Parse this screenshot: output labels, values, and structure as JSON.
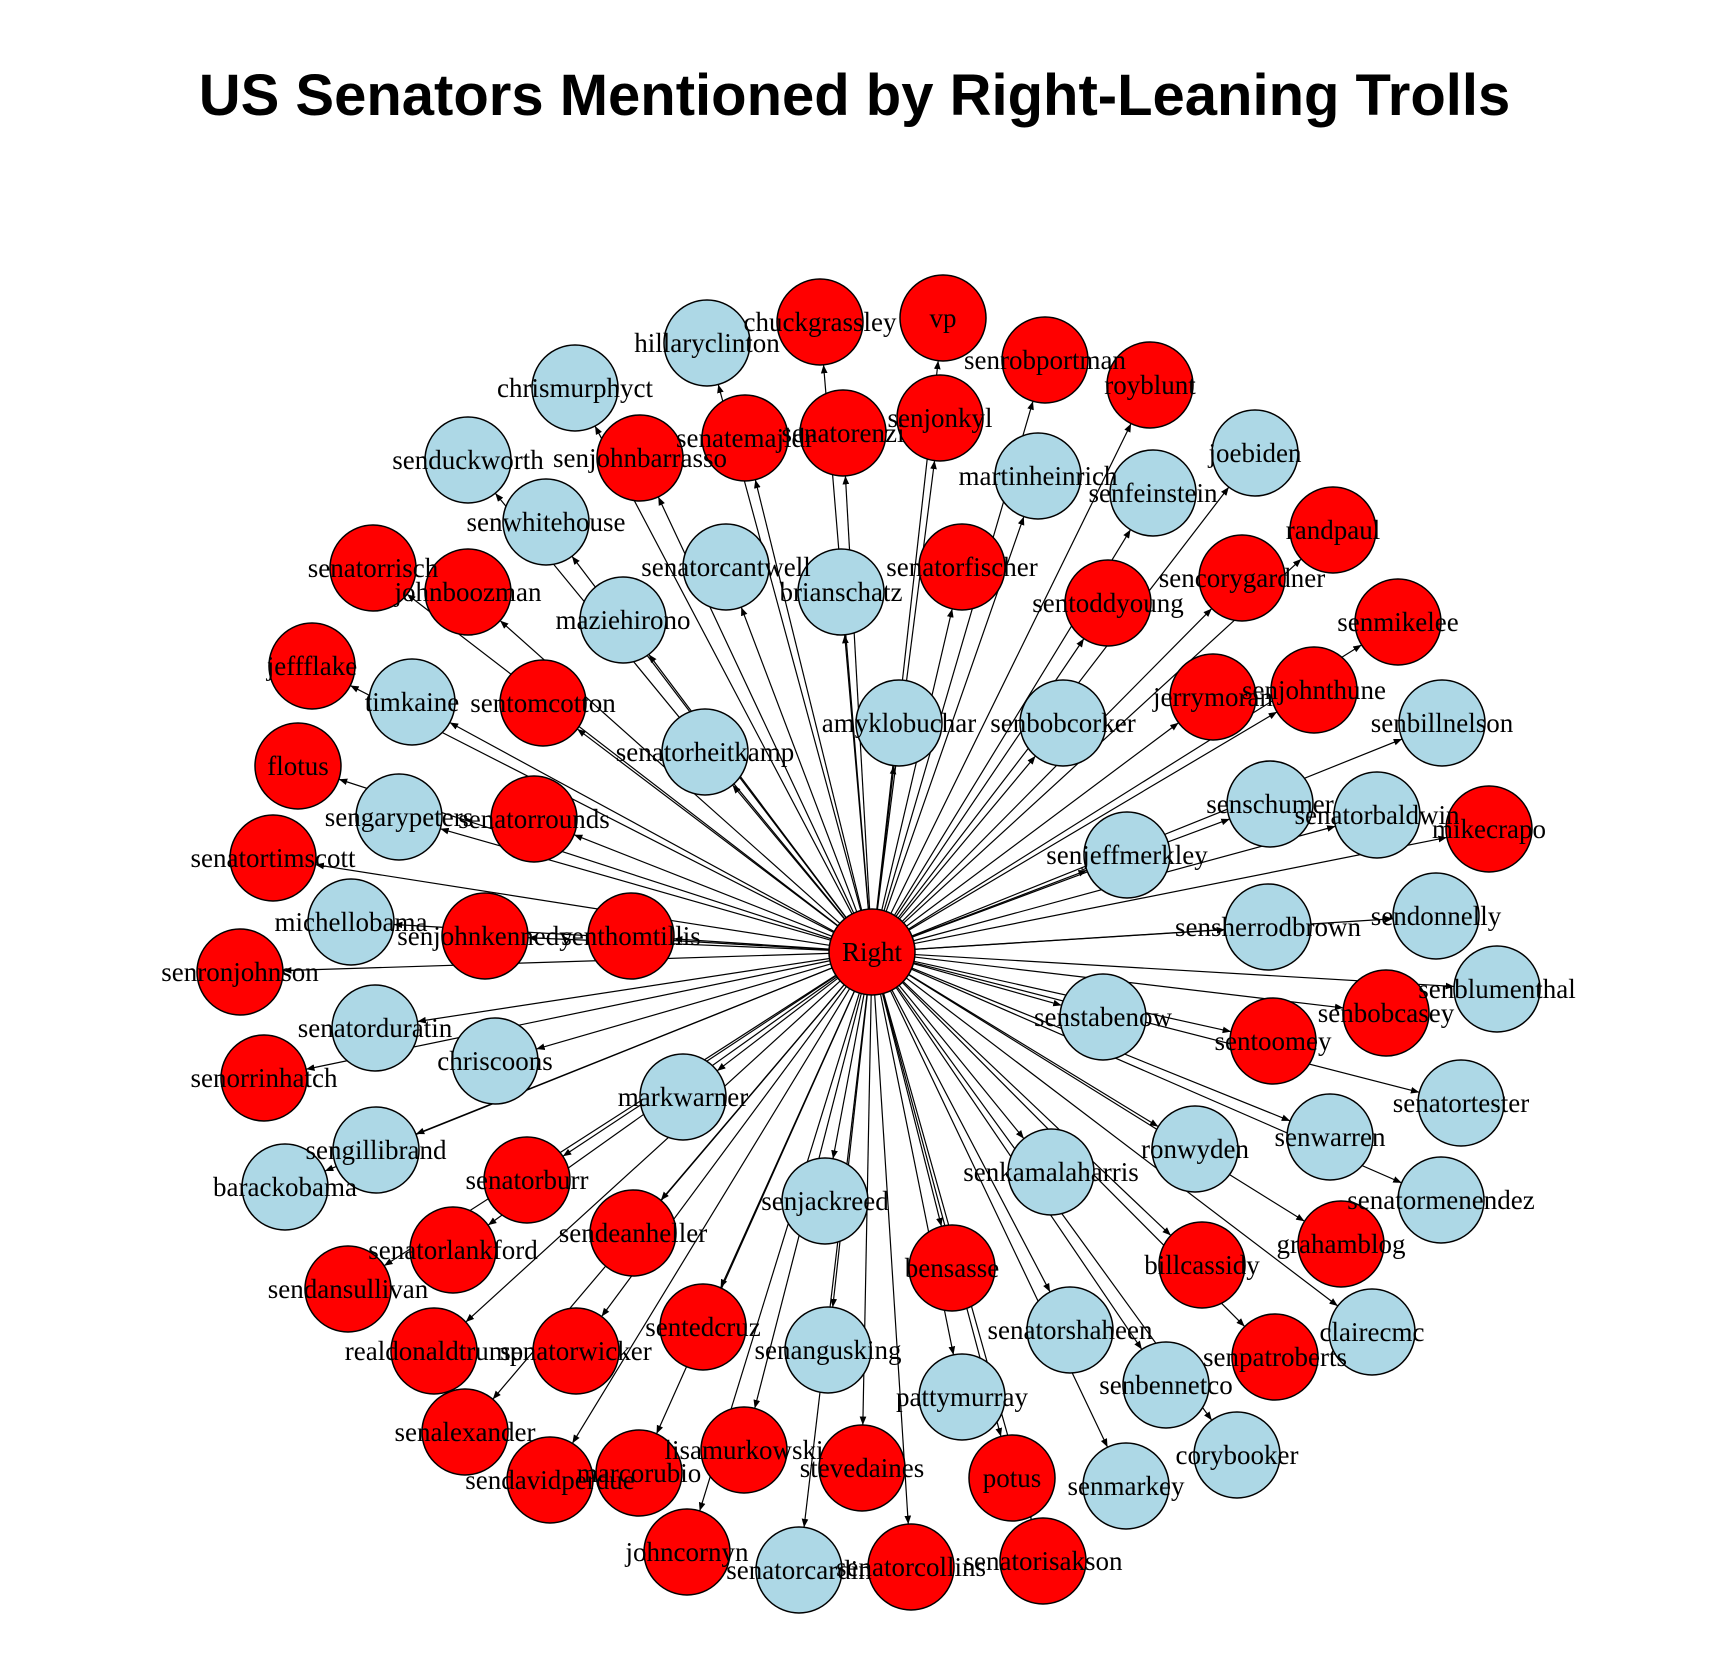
{
  "title": "US Senators Mentioned by Right-Leaning Trolls",
  "colors": {
    "red": "#ff0000",
    "blue": "#add8e6",
    "stroke": "#000000",
    "edge": "#000000"
  },
  "hub": {
    "label": "Right",
    "color": "red"
  },
  "nodes": [
    {
      "label": "hillaryclinton",
      "color": "blue"
    },
    {
      "label": "chuckgrassley",
      "color": "red"
    },
    {
      "label": "vp",
      "color": "red"
    },
    {
      "label": "senrobportman",
      "color": "red"
    },
    {
      "label": "royblunt",
      "color": "red"
    },
    {
      "label": "chrismurphyct",
      "color": "blue"
    },
    {
      "label": "senjonkyl",
      "color": "red"
    },
    {
      "label": "senatorenzi",
      "color": "red"
    },
    {
      "label": "senatemajldr",
      "color": "red"
    },
    {
      "label": "senjohnbarrasso",
      "color": "red"
    },
    {
      "label": "senduckworth",
      "color": "blue"
    },
    {
      "label": "martinheinrich",
      "color": "blue"
    },
    {
      "label": "joebiden",
      "color": "blue"
    },
    {
      "label": "senfeinstein",
      "color": "blue"
    },
    {
      "label": "senwhitehouse",
      "color": "blue"
    },
    {
      "label": "randpaul",
      "color": "red"
    },
    {
      "label": "senatorrisch",
      "color": "red"
    },
    {
      "label": "senatorcantwell",
      "color": "blue"
    },
    {
      "label": "senatorfischer",
      "color": "red"
    },
    {
      "label": "brianschatz",
      "color": "blue"
    },
    {
      "label": "johnboozman",
      "color": "red"
    },
    {
      "label": "sencorygardner",
      "color": "red"
    },
    {
      "label": "sentoddyoung",
      "color": "red"
    },
    {
      "label": "maziehirono",
      "color": "blue"
    },
    {
      "label": "senmikelee",
      "color": "red"
    },
    {
      "label": "jeffflake",
      "color": "red"
    },
    {
      "label": "timkaine",
      "color": "blue"
    },
    {
      "label": "sentomcotton",
      "color": "red"
    },
    {
      "label": "jerrymoran",
      "color": "red"
    },
    {
      "label": "senjohnthune",
      "color": "red"
    },
    {
      "label": "senbillnelson",
      "color": "blue"
    },
    {
      "label": "amyklobuchar",
      "color": "blue"
    },
    {
      "label": "senbobcorker",
      "color": "blue"
    },
    {
      "label": "senatorheitkamp",
      "color": "blue"
    },
    {
      "label": "flotus",
      "color": "red"
    },
    {
      "label": "sengarypeters",
      "color": "blue"
    },
    {
      "label": "senatorrounds",
      "color": "red"
    },
    {
      "label": "senschumer",
      "color": "blue"
    },
    {
      "label": "senatorbaldwin",
      "color": "blue"
    },
    {
      "label": "mikecrapo",
      "color": "red"
    },
    {
      "label": "senatortimscott",
      "color": "red"
    },
    {
      "label": "senjeffmerkley",
      "color": "blue"
    },
    {
      "label": "michellobama",
      "color": "blue"
    },
    {
      "label": "senjohnkennedy",
      "color": "red"
    },
    {
      "label": "senthomtillis",
      "color": "red"
    },
    {
      "label": "sendonnelly",
      "color": "blue"
    },
    {
      "label": "senronjohnson",
      "color": "red"
    },
    {
      "label": "senatorduratin",
      "color": "blue"
    },
    {
      "label": "chriscoons",
      "color": "blue"
    },
    {
      "label": "sensherrodbrown",
      "color": "blue"
    },
    {
      "label": "senblumenthal",
      "color": "blue"
    },
    {
      "label": "senbobcasey",
      "color": "red"
    },
    {
      "label": "senorrinhatch",
      "color": "red"
    },
    {
      "label": "senstabenow",
      "color": "blue"
    },
    {
      "label": "sentoomey",
      "color": "red"
    },
    {
      "label": "markwarner",
      "color": "blue"
    },
    {
      "label": "senatortester",
      "color": "blue"
    },
    {
      "label": "sengillibrand",
      "color": "blue"
    },
    {
      "label": "barackobama",
      "color": "blue"
    },
    {
      "label": "senatorburr",
      "color": "red"
    },
    {
      "label": "ronwyden",
      "color": "blue"
    },
    {
      "label": "senwarren",
      "color": "blue"
    },
    {
      "label": "senkamalaharris",
      "color": "blue"
    },
    {
      "label": "senatormenendez",
      "color": "blue"
    },
    {
      "label": "senjackreed",
      "color": "blue"
    },
    {
      "label": "senatorlankford",
      "color": "red"
    },
    {
      "label": "sendeanheller",
      "color": "red"
    },
    {
      "label": "grahamblog",
      "color": "red"
    },
    {
      "label": "billcassidy",
      "color": "red"
    },
    {
      "label": "bensasse",
      "color": "red"
    },
    {
      "label": "sendansullivan",
      "color": "red"
    },
    {
      "label": "clairecmc",
      "color": "blue"
    },
    {
      "label": "realdonaldtrump",
      "color": "red"
    },
    {
      "label": "senatorwicker",
      "color": "red"
    },
    {
      "label": "sentedcruz",
      "color": "red"
    },
    {
      "label": "senangusking",
      "color": "blue"
    },
    {
      "label": "senatorshaheen",
      "color": "blue"
    },
    {
      "label": "senpatroberts",
      "color": "red"
    },
    {
      "label": "pattymurray",
      "color": "blue"
    },
    {
      "label": "senbennetco",
      "color": "blue"
    },
    {
      "label": "senalexander",
      "color": "red"
    },
    {
      "label": "corybooker",
      "color": "blue"
    },
    {
      "label": "sendavidperdue",
      "color": "red"
    },
    {
      "label": "marcorubio",
      "color": "red"
    },
    {
      "label": "lisamurkowski",
      "color": "red"
    },
    {
      "label": "stevedaines",
      "color": "red"
    },
    {
      "label": "potus",
      "color": "red"
    },
    {
      "label": "senmarkey",
      "color": "blue"
    },
    {
      "label": "johncornyn",
      "color": "red"
    },
    {
      "label": "senatorcardin",
      "color": "blue"
    },
    {
      "label": "senatorcollins",
      "color": "red"
    },
    {
      "label": "senatorisakson",
      "color": "red"
    }
  ]
}
